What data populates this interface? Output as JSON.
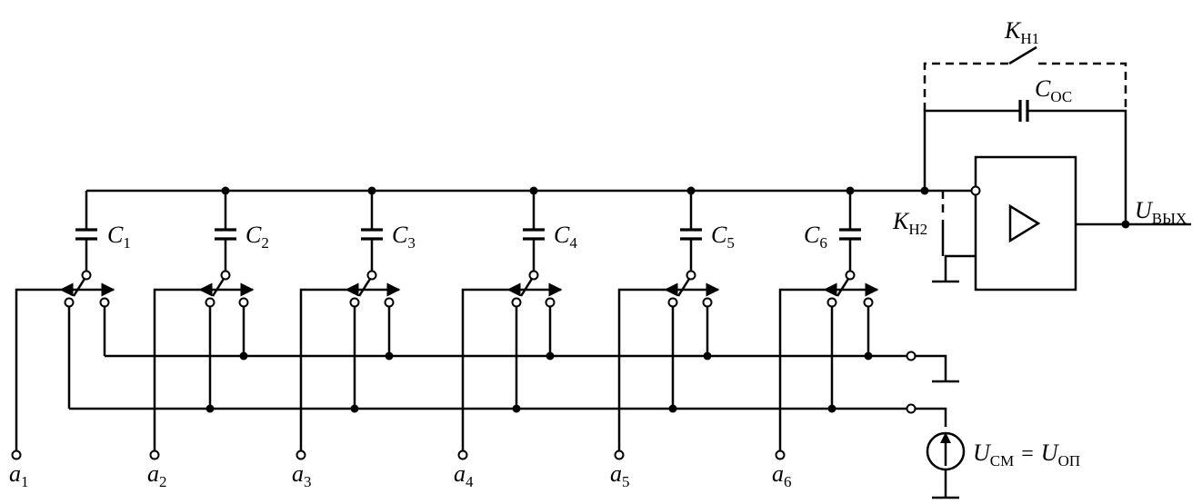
{
  "labels": {
    "inputs": [
      {
        "main": "a",
        "sub": "1"
      },
      {
        "main": "a",
        "sub": "2"
      },
      {
        "main": "a",
        "sub": "3"
      },
      {
        "main": "a",
        "sub": "4"
      },
      {
        "main": "a",
        "sub": "5"
      },
      {
        "main": "a",
        "sub": "6"
      }
    ],
    "capacitors": [
      {
        "main": "C",
        "sub": "1"
      },
      {
        "main": "C",
        "sub": "2"
      },
      {
        "main": "C",
        "sub": "3"
      },
      {
        "main": "C",
        "sub": "4"
      },
      {
        "main": "C",
        "sub": "5"
      },
      {
        "main": "C",
        "sub": "6"
      }
    ],
    "feedback_cap": {
      "main": "C",
      "sub": "ОС"
    },
    "switch_k1": {
      "main": "K",
      "sub": "Н1"
    },
    "switch_k2": {
      "main": "K",
      "sub": "Н2"
    },
    "output": {
      "main": "U",
      "sub": "ВЫХ"
    },
    "source": {
      "main1": "U",
      "sub1": "СМ",
      "equals": "=",
      "main2": "U",
      "sub2": "ОП"
    }
  }
}
